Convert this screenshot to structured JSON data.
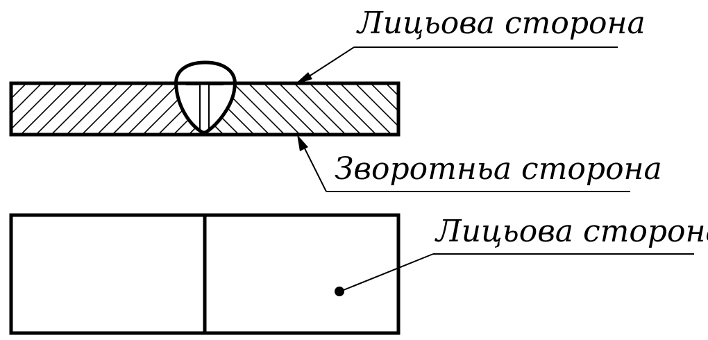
{
  "labels": {
    "top_face_side": "Лицьова сторона",
    "reverse_side": "Зворотньа сторона",
    "bottom_face_side": "Лицьова сторона"
  },
  "colors": {
    "line": "#000000",
    "background": "#ffffff"
  }
}
